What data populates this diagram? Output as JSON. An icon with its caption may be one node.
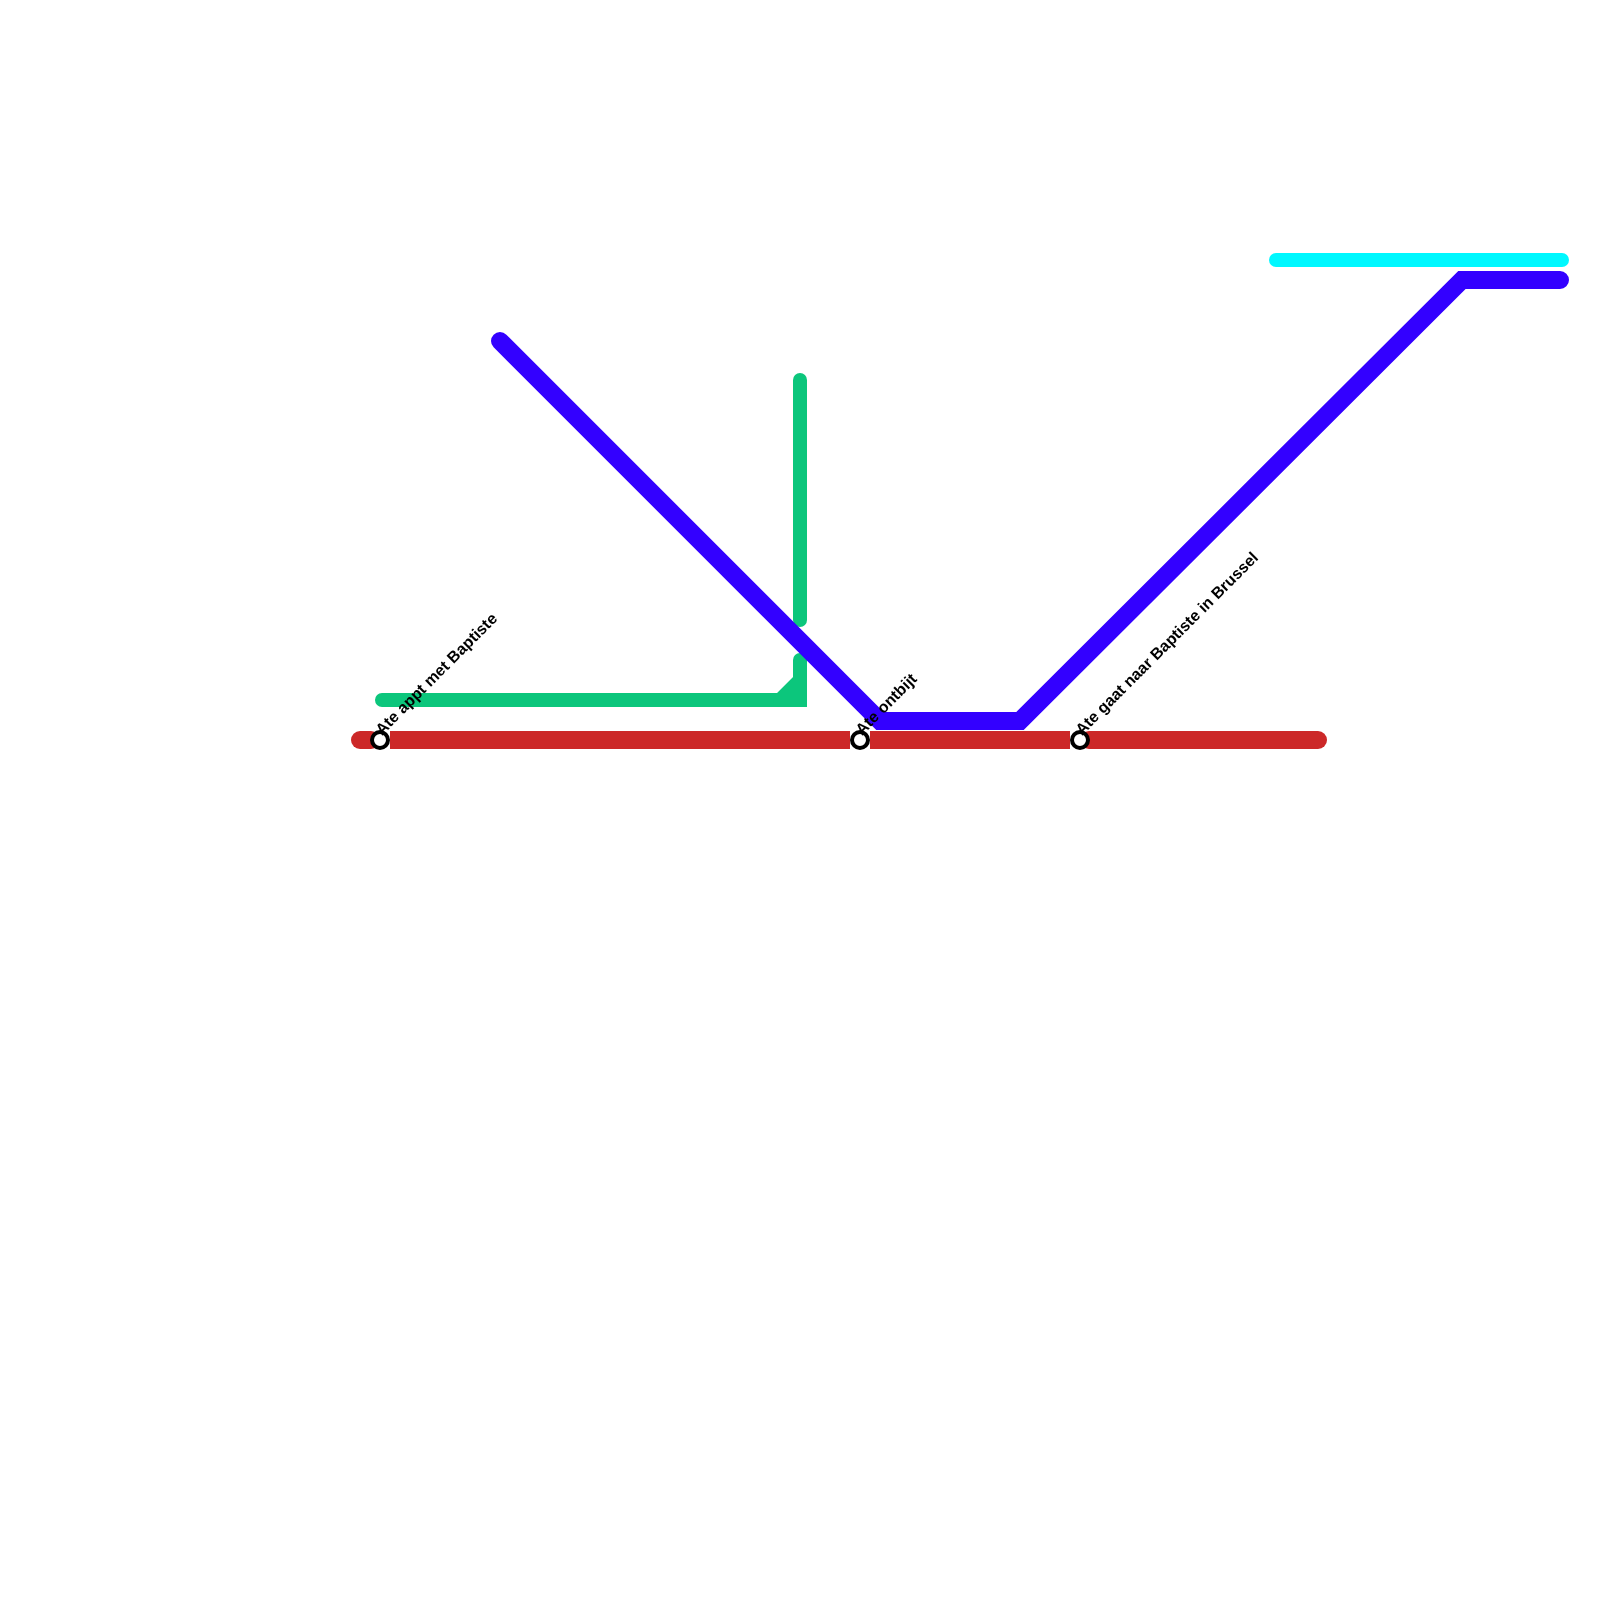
{
  "diagram": {
    "nodes": [
      {
        "text": [
          "Ate appt met Baptiste"
        ]
      },
      {
        "text": [
          "Ate ontbijt"
        ]
      },
      {
        "text": [
          "Ate gaat naar Baptiste in Brussel"
        ]
      }
    ],
    "edges": [
      {
        "from": 0,
        "to": 1,
        "arrow": "none"
      },
      {
        "from": 1,
        "to": 2,
        "arrow": "none"
      }
    ]
  }
}
